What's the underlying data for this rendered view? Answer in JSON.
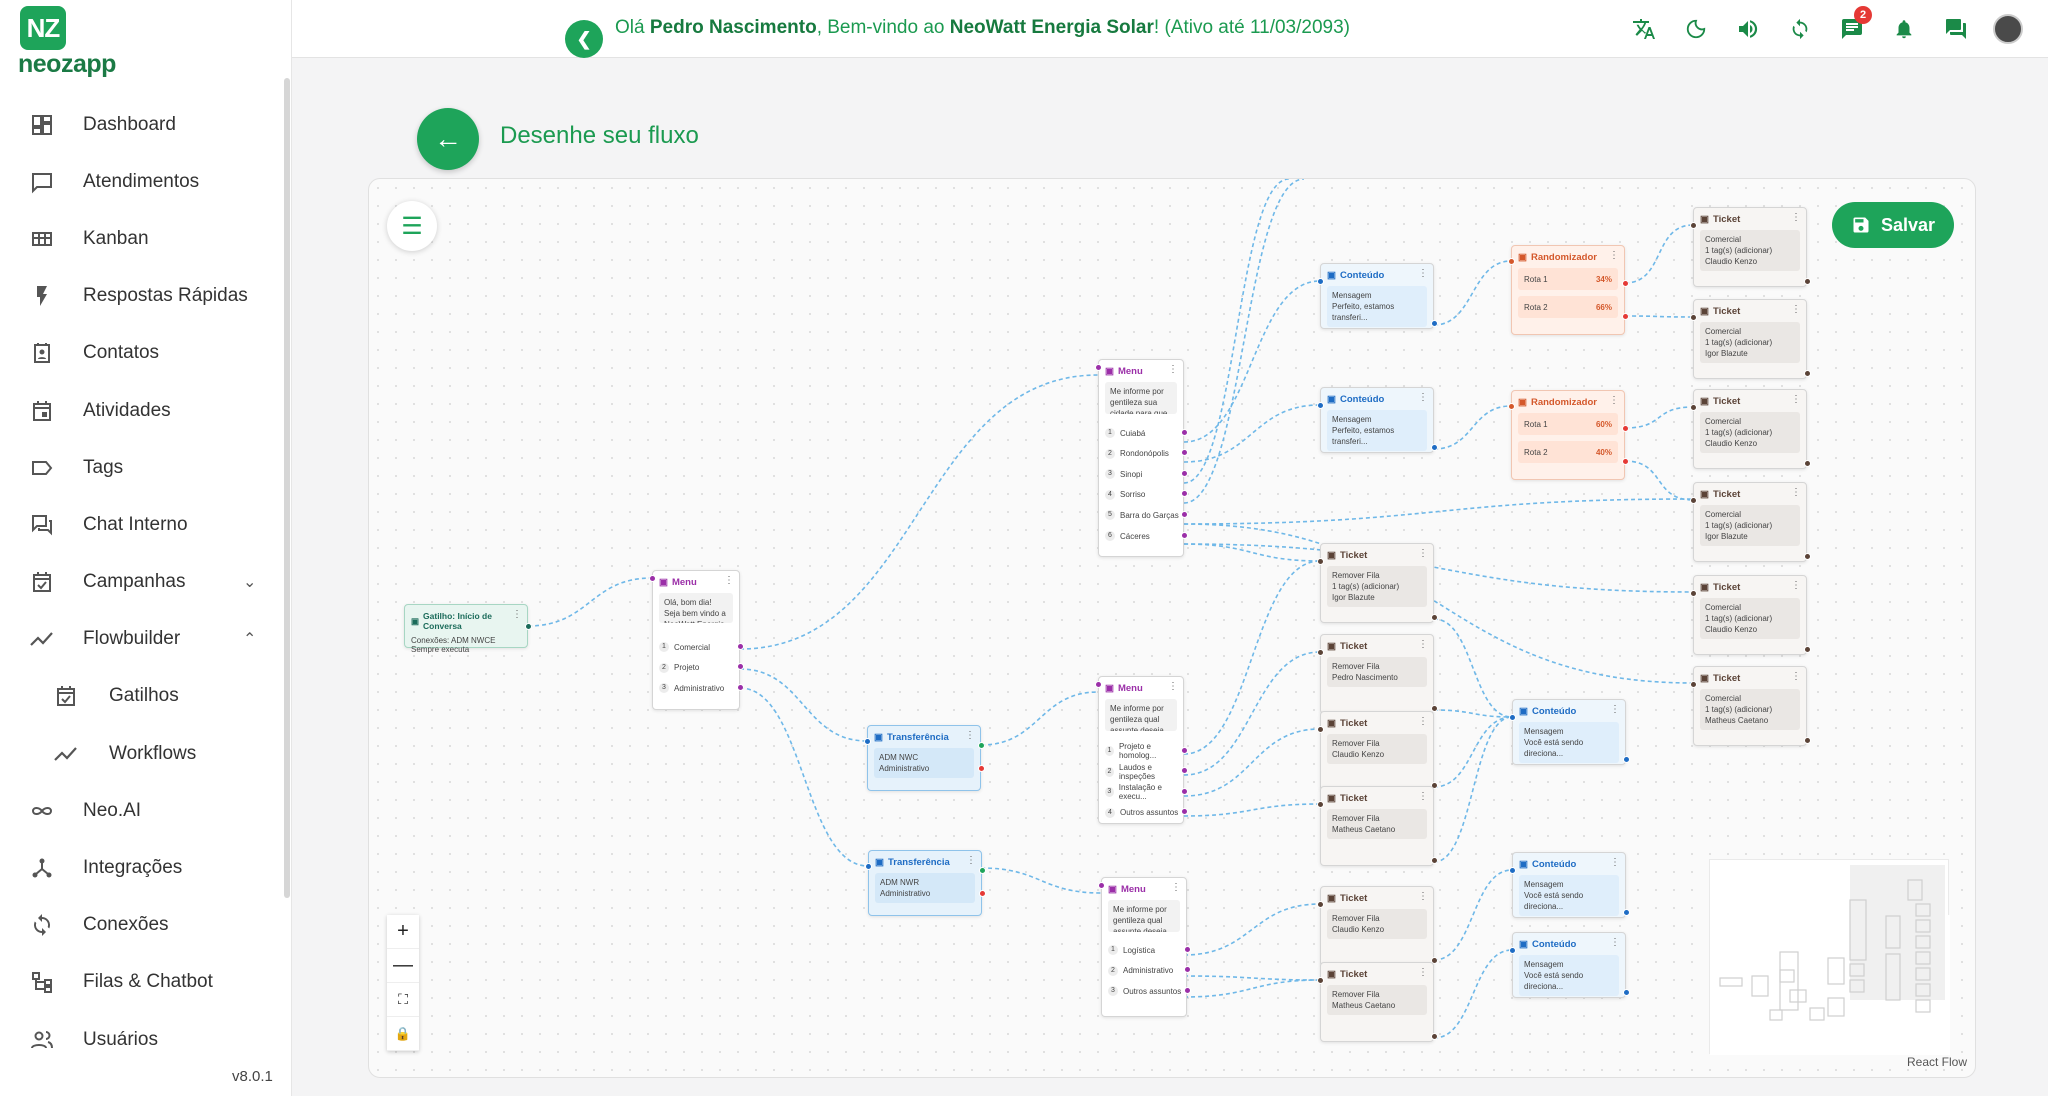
{
  "app": {
    "logo_mark": "NZ",
    "logo_text": "neozapp",
    "version": "v8.0.1"
  },
  "topbar": {
    "greeting_prefix": "Olá ",
    "user_name": "Pedro Nascimento",
    "greeting_mid": ", Bem-vindo ao ",
    "company": "NeoWatt Energia Solar",
    "greeting_suffix": "! (Ativo até 11/03/2093)",
    "notification_count": "2"
  },
  "sidebar": {
    "items": [
      {
        "label": "Dashboard",
        "icon": "dashboard-icon"
      },
      {
        "label": "Atendimentos",
        "icon": "chat-bubble-icon"
      },
      {
        "label": "Kanban",
        "icon": "kanban-grid-icon"
      },
      {
        "label": "Respostas Rápidas",
        "icon": "lightning-icon"
      },
      {
        "label": "Contatos",
        "icon": "contacts-icon"
      },
      {
        "label": "Atividades",
        "icon": "calendar-icon"
      },
      {
        "label": "Tags",
        "icon": "tag-icon"
      },
      {
        "label": "Chat Interno",
        "icon": "forum-icon"
      },
      {
        "label": "Campanhas",
        "icon": "event-check-icon"
      },
      {
        "label": "Flowbuilder",
        "icon": "trend-icon"
      },
      {
        "label": "Gatilhos",
        "icon": "event-check-icon"
      },
      {
        "label": "Workflows",
        "icon": "trend-icon"
      },
      {
        "label": "Neo.AI",
        "icon": "infinity-icon"
      },
      {
        "label": "Integrações",
        "icon": "hub-icon"
      },
      {
        "label": "Conexões",
        "icon": "sync-icon"
      },
      {
        "label": "Filas & Chatbot",
        "icon": "account-tree-icon"
      },
      {
        "label": "Usuários",
        "icon": "users-icon"
      }
    ]
  },
  "page": {
    "title": "Desenhe seu fluxo",
    "save_label": "Salvar",
    "attribution": "React Flow"
  },
  "flow": {
    "trigger": {
      "title": "Gatilho: Início de Conversa",
      "line1": "Conexões: ADM NWCE",
      "line2": "Sempre executa"
    },
    "menu1": {
      "title": "Menu",
      "message": "Olá, bom dia! Seja bem vindo a NeoWatt Energia Solar. Qual...",
      "options": [
        "Comercial",
        "Projeto",
        "Administrativo"
      ]
    },
    "menu2": {
      "title": "Menu",
      "message": "Me informe por gentileza sua cidade para que possamos direcionar...",
      "options": [
        "Cuiabá",
        "Rondonópolis",
        "Sinopi",
        "Sorriso",
        "Barra do Garças",
        "Cáceres"
      ]
    },
    "menu3": {
      "title": "Menu",
      "message": "Me informe por gentileza qual assunte deseja tratar...",
      "options": [
        "Projeto e homolog...",
        "Laudos e inspeções",
        "Instalação e execu...",
        "Outros assuntos"
      ]
    },
    "menu4": {
      "title": "Menu",
      "message": "Me informe por gentileza qual assunte deseja tratar...",
      "options": [
        "Logística",
        "Administrativo",
        "Outros assuntos"
      ]
    },
    "transfer1": {
      "title": "Transferência",
      "conn": "ADM NWC",
      "queue": "Administrativo"
    },
    "transfer2": {
      "title": "Transferência",
      "conn": "ADM NWR",
      "queue": "Administrativo"
    },
    "content_title": "Conteúdo",
    "content_label": "Mensagem",
    "content_a": "Perfeito, estamos transferi...",
    "content_b": "Você está sendo direciona...",
    "random_title": "Randomizador",
    "route1": "Rota 1",
    "route2": "Rota 2",
    "randoms": [
      {
        "p1": "34%",
        "p2": "66%"
      },
      {
        "p1": "60%",
        "p2": "40%"
      }
    ],
    "ticket_title": "Ticket",
    "ticket_queue": "Comercial",
    "ticket_tags": "1 tag(s) (adicionar)",
    "ticket_remove": "Remover Fila",
    "people": [
      "Igor Blazute",
      "Claudio Kenzo",
      "Pedro Nascimento",
      "Matheus Caetano"
    ]
  },
  "colors": {
    "brand": "#1ea45a",
    "edge": "#6fb8e8"
  }
}
